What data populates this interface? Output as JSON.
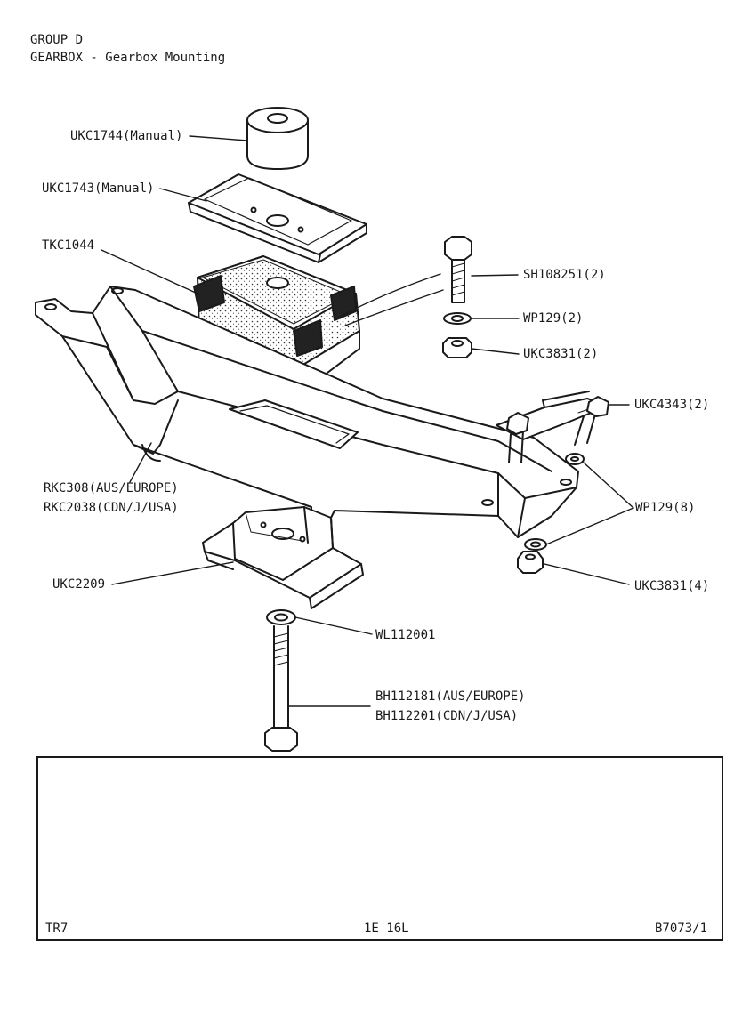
{
  "header": {
    "group": "GROUP D",
    "title": "GEARBOX - Gearbox Mounting"
  },
  "callouts": {
    "ukc1744": "UKC1744(Manual)",
    "ukc1743": "UKC1743(Manual)",
    "tkc1044": "TKC1044",
    "sh108251": "SH108251(2)",
    "wp129_2": "WP129(2)",
    "ukc3831_2": "UKC3831(2)",
    "ukc4343": "UKC4343(2)",
    "rkc308": "RKC308(AUS/EUROPE)",
    "rkc2038": "RKC2038(CDN/J/USA)",
    "wp129_8": "WP129(8)",
    "ukc2209": "UKC2209",
    "ukc3831_4": "UKC3831(4)",
    "wl112001": "WL112001",
    "bh112181": "BH112181(AUS/EUROPE)",
    "bh112201": "BH112201(CDN/J/USA)"
  },
  "footer": {
    "model": "TR7",
    "code": "1E 16L",
    "ref": "B7073/1"
  }
}
